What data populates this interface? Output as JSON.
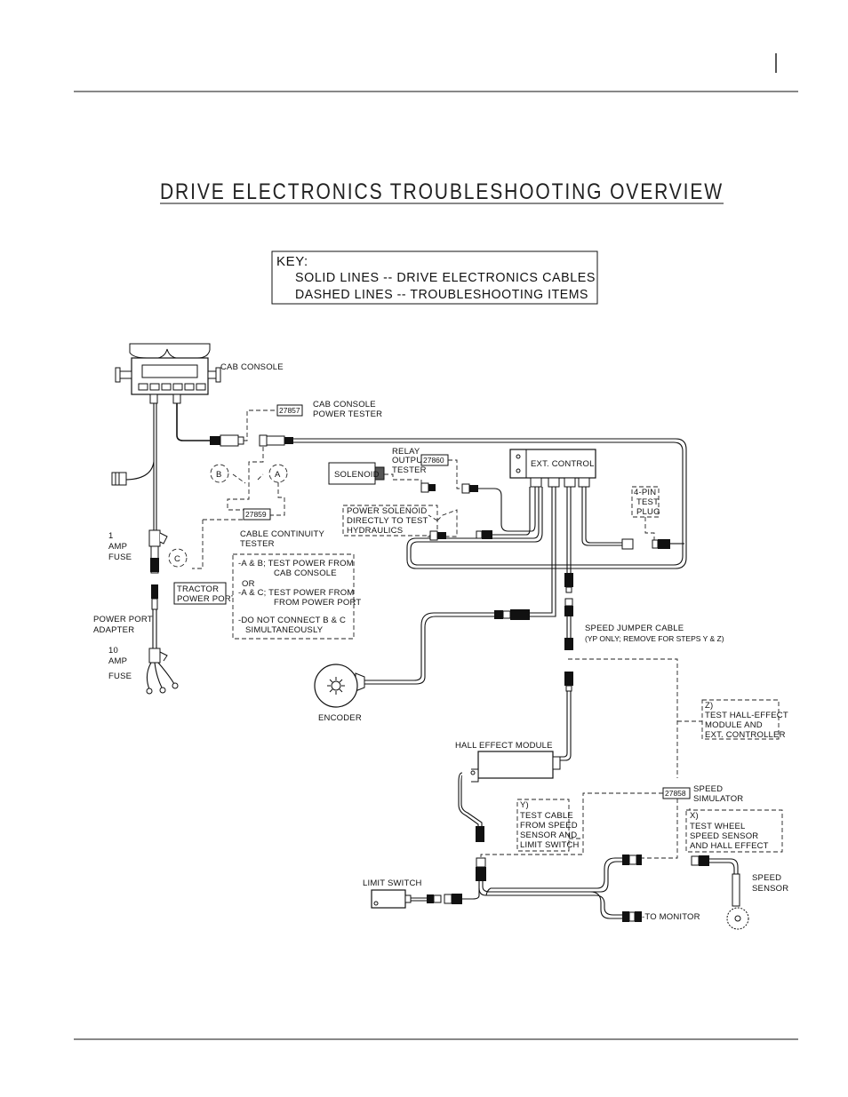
{
  "page": {
    "page_marker": "|"
  },
  "title": "DRIVE ELECTRONICS TROUBLESHOOTING OVERVIEW",
  "key": {
    "heading": "KEY:",
    "solid": "SOLID LINES -- DRIVE ELECTRONICS CABLES",
    "dashed": "DASHED LINES -- TROUBLESHOOTING ITEMS"
  },
  "labels": {
    "cab_console": "CAB CONSOLE",
    "cab_console_power_tester": [
      "CAB CONSOLE",
      "POWER TESTER"
    ],
    "part_27857": "27857",
    "relay_output_tester": [
      "RELAY",
      "OUTPUT",
      "TESTER"
    ],
    "part_27860": "27860",
    "ext_control": "EXT. CONTROL",
    "solenoid": "SOLENOID",
    "power_solenoid": [
      "POWER SOLENOID",
      "DIRECTLY TO TEST",
      "HYDRAULICS"
    ],
    "four_pin_plug": [
      "4-PIN",
      "TEST",
      "PLUG"
    ],
    "circle_a": "A",
    "circle_b": "B",
    "circle_c": "C",
    "part_27859": "27859",
    "cable_continuity_tester": [
      "CABLE CONTINUITY",
      "TESTER"
    ],
    "one_amp_fuse": [
      "1",
      "AMP",
      "FUSE"
    ],
    "tractor_power_port": [
      "TRACTOR",
      "POWER PORT"
    ],
    "power_port_adapter": [
      "POWER PORT",
      "ADAPTER"
    ],
    "ten_amp_fuse": [
      "10",
      "AMP",
      "FUSE"
    ],
    "test_notes": [
      "-A & B; TEST POWER FROM",
      "CAB CONSOLE",
      "OR",
      "-A & C; TEST POWER FROM",
      "FROM POWER PORT",
      "-DO NOT CONNECT B & C",
      "SIMULTANEOUSLY"
    ],
    "encoder": "ENCODER",
    "speed_jumper_cable": "SPEED JUMPER CABLE",
    "speed_jumper_note": "(YP ONLY; REMOVE FOR STEPS Y & Z)",
    "step_z": [
      "Z)",
      "TEST HALL-EFFECT",
      "MODULE AND",
      "EXT. CONTROLLER"
    ],
    "hall_effect_module": "HALL EFFECT MODULE",
    "part_27858": "27858",
    "speed_simulator": [
      "SPEED",
      "SIMULATOR"
    ],
    "step_y": [
      "Y)",
      "TEST CABLE",
      "FROM SPEED",
      "SENSOR AND",
      "LIMIT SWITCH"
    ],
    "step_x": [
      "X)",
      "TEST WHEEL",
      "SPEED SENSOR",
      "AND HALL EFFECT"
    ],
    "limit_switch": "LIMIT SWITCH",
    "speed_sensor": [
      "SPEED",
      "SENSOR"
    ],
    "to_monitor": "-TO MONITOR"
  }
}
